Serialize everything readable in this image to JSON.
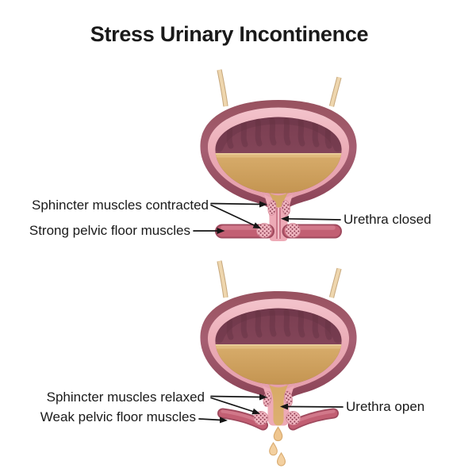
{
  "title": "Stress Urinary Incontinence",
  "panels": {
    "continent": {
      "name": "bladder with closed urethra",
      "labels": {
        "sphincter": "Sphincter muscles contracted",
        "pelvic_floor": "Strong pelvic floor muscles",
        "urethra": "Urethra closed"
      }
    },
    "incontinent": {
      "name": "bladder leaking urine",
      "labels": {
        "sphincter": "Sphincter muscles relaxed",
        "pelvic_floor": "Weak pelvic floor muscles",
        "urethra": "Urethra open"
      },
      "droplet_count": 3
    }
  },
  "colors": {
    "background": "#ffffff",
    "text": "#1a1a1a",
    "arrow": "#151515",
    "bladder_wall": "#9c5365",
    "bladder_lining": "#ecacb7",
    "bladder_cavity": "#7b4053",
    "urine": "#d2a45f",
    "pelvic_floor_muscle": "#c05d71",
    "sphincter_dots": "#8c3c51",
    "ureter": "#ecd4ac"
  }
}
